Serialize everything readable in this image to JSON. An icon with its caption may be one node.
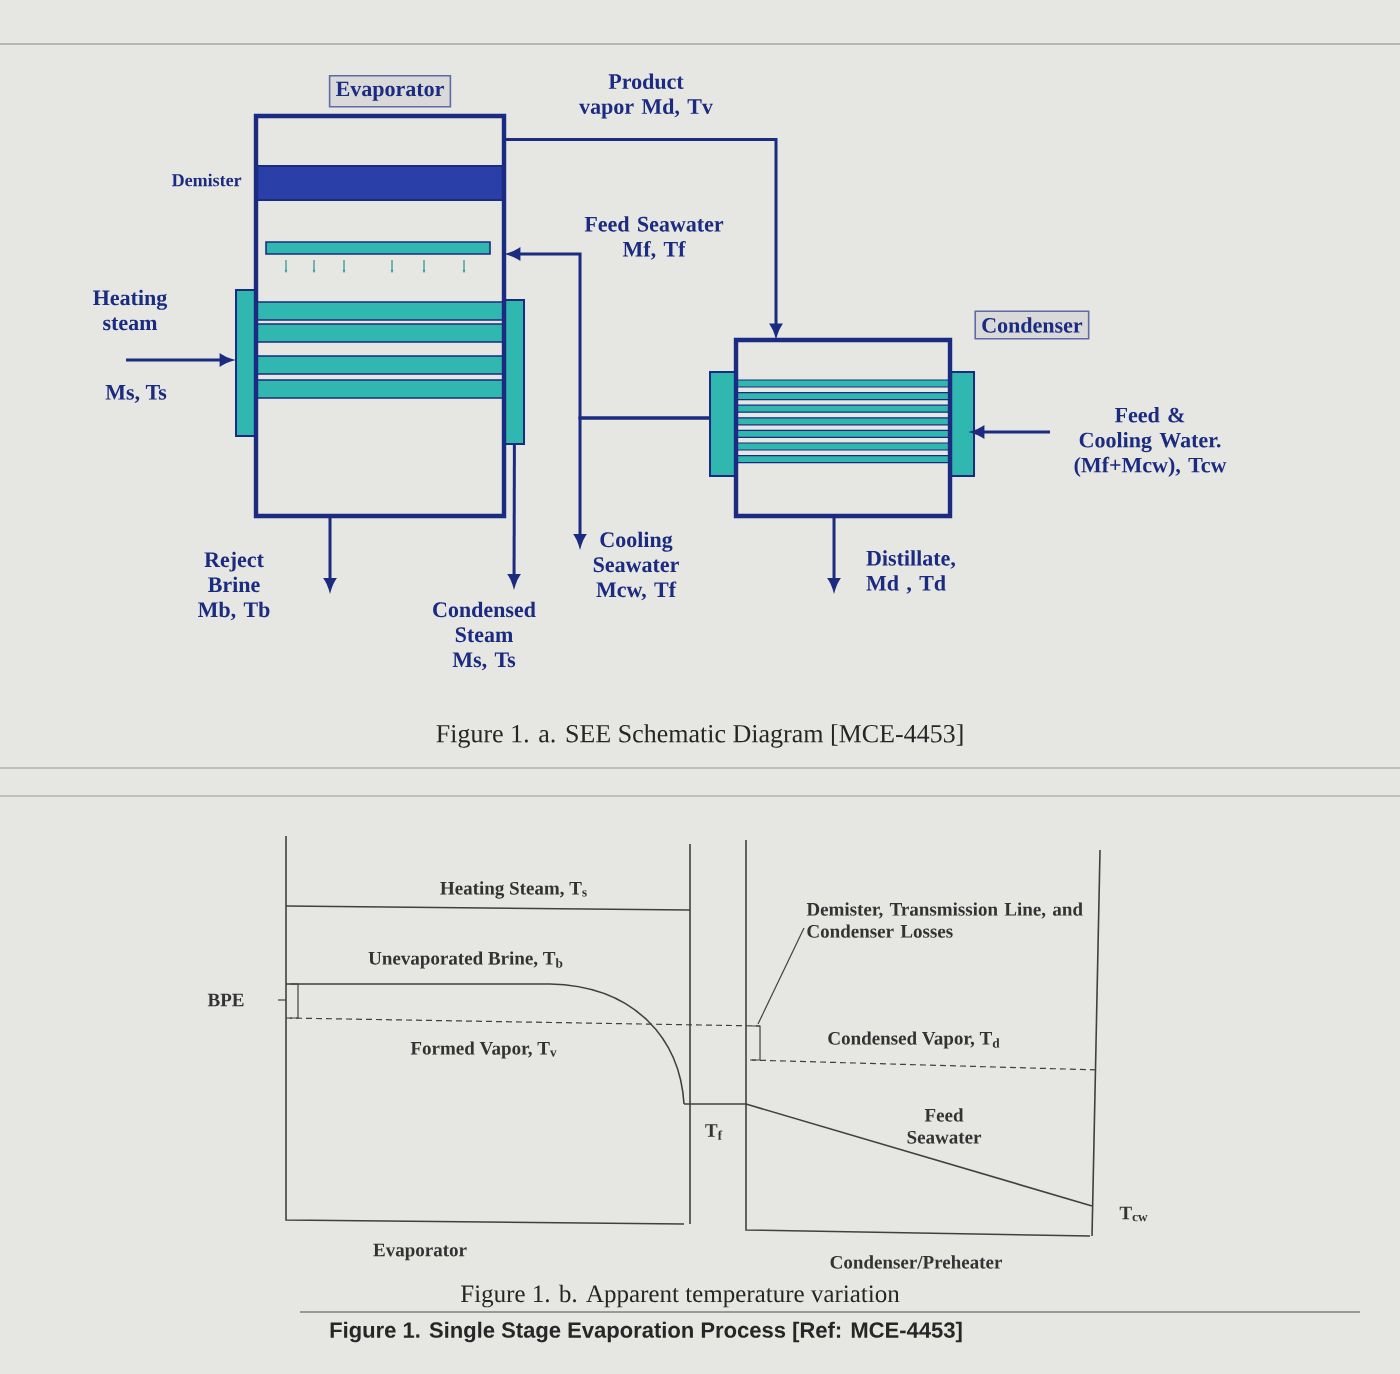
{
  "diagram": {
    "caption": "Figure 1. Single Stage Evaporation Process [Ref: MCE-4453]",
    "nodes": [
      {
        "text": [
          "Evaporator"
        ],
        "beside": [
          "Demister"
        ]
      },
      {
        "text": [
          "Condenser"
        ]
      },
      {
        "text": [
          "Demister, Transmission Line, and Condenser Losses"
        ]
      }
    ],
    "edges": [
      {
        "from": 0,
        "to": 1,
        "arrow": "to",
        "label": "Product vapor Md, Tv"
      },
      {
        "from": 1,
        "to": 0,
        "arrow": "to",
        "label": "Feed Seawater Mf, Tf"
      },
      {
        "from": null,
        "to": 0,
        "arrow": "to",
        "label": "Heating steam"
      },
      {
        "from": 0,
        "to": null,
        "arrow": "to",
        "label": "Reject Brine Mb, Tb"
      },
      {
        "from": 0,
        "to": null,
        "arrow": "to",
        "label": "Condensed Steam Ms, Ts"
      },
      {
        "from": 1,
        "to": null,
        "arrow": "to",
        "label": "Cooling Seawater Mcw, Tf"
      },
      {
        "from": 1,
        "to": null,
        "arrow": "to",
        "label": "Distillate, Md , Td"
      },
      {
        "from": null,
        "to": 1,
        "arrow": "to",
        "label": "Feed & Cooling Water. (Mf+Mcw), Tcw"
      },
      {
        "from": 2,
        "to": null,
        "arrow": "none"
      }
    ],
    "labels": [
      "Ms, Ts",
      "Figure 1. a. SEE Schematic Diagram [MCE-4453]",
      "Heating Steam, T$_{s}$",
      "Unevaporated Brine, T$_{b}$",
      "BPE",
      "Formed Vapor, T$_{v}$",
      "T$_{f}$",
      "Condensed Vapor, T$_{d}$",
      "Feed Seawater",
      "T$_{cw}$",
      "Evaporator",
      "Condenser/Preheater",
      "Figure 1. b. Apparent temperature variation"
    ]
  }
}
